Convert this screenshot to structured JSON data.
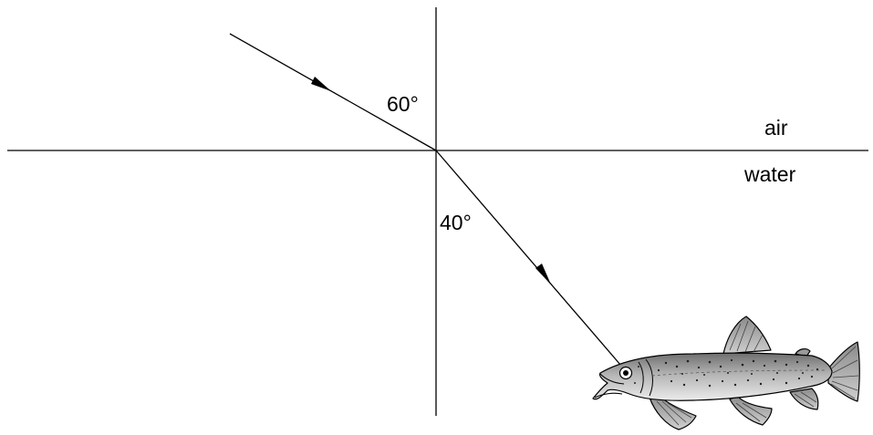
{
  "diagram": {
    "incident_angle": "60°",
    "refracted_angle": "40°",
    "upper_medium": "air",
    "lower_medium": "water",
    "fish_icon": "trout-icon"
  }
}
